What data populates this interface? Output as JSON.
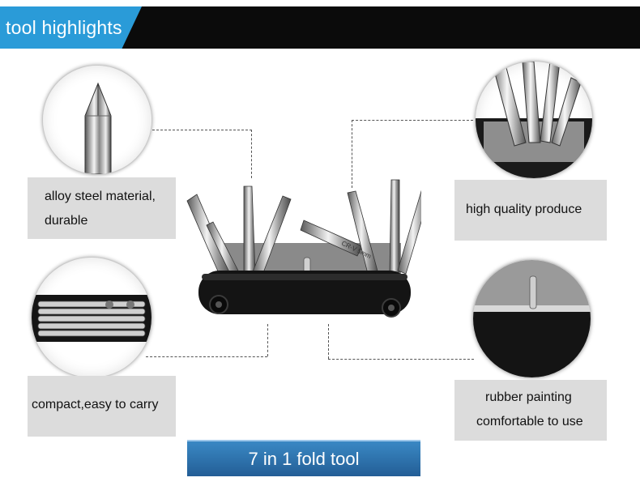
{
  "header": {
    "title": "tool highlights"
  },
  "features": [
    {
      "line1": "alloy steel material,",
      "line2": "durable"
    },
    {
      "line1": "high quality produce"
    },
    {
      "line1": "compact,easy to carry"
    },
    {
      "line1": "rubber painting",
      "line2": "comfortable to use"
    }
  ],
  "tool_engraving": "CR-V 5mm",
  "banner": {
    "title": "7 in 1 fold tool"
  },
  "colors": {
    "accent": "#2a9bd8",
    "header": "#0b0b0b",
    "label_bg": "#dcdcdc",
    "banner": "#2f75b0"
  }
}
